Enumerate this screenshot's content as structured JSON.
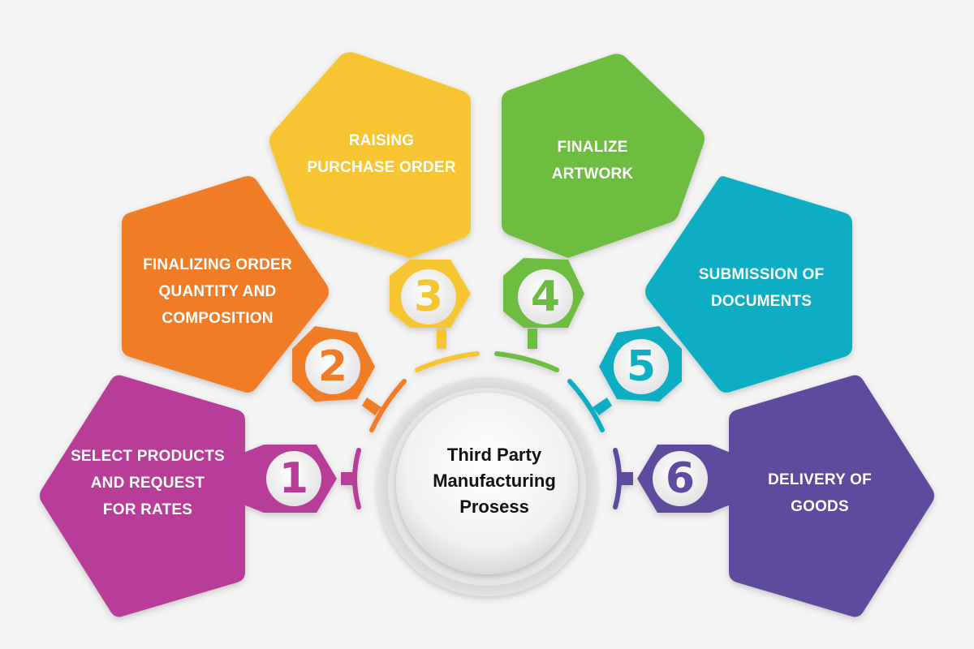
{
  "center": {
    "title": "Third Party\nManufacturing\nProsess"
  },
  "steps": [
    {
      "number": "1",
      "label": "SELECT PRODUCTS\nAND REQUEST\nFOR RATES",
      "color": "#b83c98"
    },
    {
      "number": "2",
      "label": "FINALIZING ORDER\nQUANTITY AND\nCOMPOSITION",
      "color": "#f07b26"
    },
    {
      "number": "3",
      "label": "RAISING\nPURCHASE ORDER",
      "color": "#f7c531"
    },
    {
      "number": "4",
      "label": "FINALIZE\nARTWORK",
      "color": "#6cbd3f"
    },
    {
      "number": "5",
      "label": "SUBMISSION OF\nDOCUMENTS",
      "color": "#10aec4"
    },
    {
      "number": "6",
      "label": "DELIVERY OF\nGOODS",
      "color": "#5f4c9e"
    }
  ]
}
